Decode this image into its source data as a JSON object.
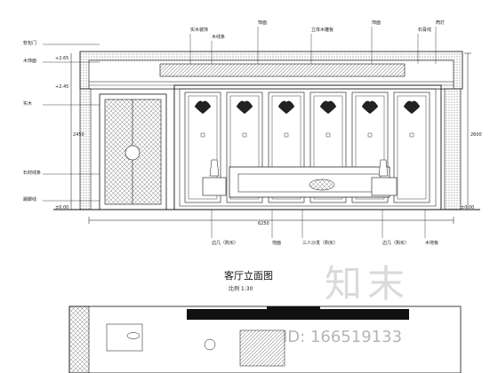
{
  "drawing": {
    "title": "客厅立面图",
    "scale": "比例 1:30",
    "callouts_top": [
      "实木装饰",
      "木线条",
      "饰面",
      "立体木雕板",
      "饰面",
      "石膏线",
      "筒灯"
    ],
    "callouts_left": [
      "软包门",
      "木饰面",
      "实木",
      "石材线条",
      "踢脚线"
    ],
    "callouts_bottom": [
      "边几（购买）",
      "地面",
      "三人沙发（购买）",
      "边几（购买）",
      "木地板"
    ],
    "dimensions": [
      "6250",
      "2600",
      "2450"
    ],
    "level_marks": [
      "+2.65",
      "+2.45",
      "±0.00"
    ],
    "watermark_logo": "知末",
    "watermark_id": "ID: 166519133"
  }
}
